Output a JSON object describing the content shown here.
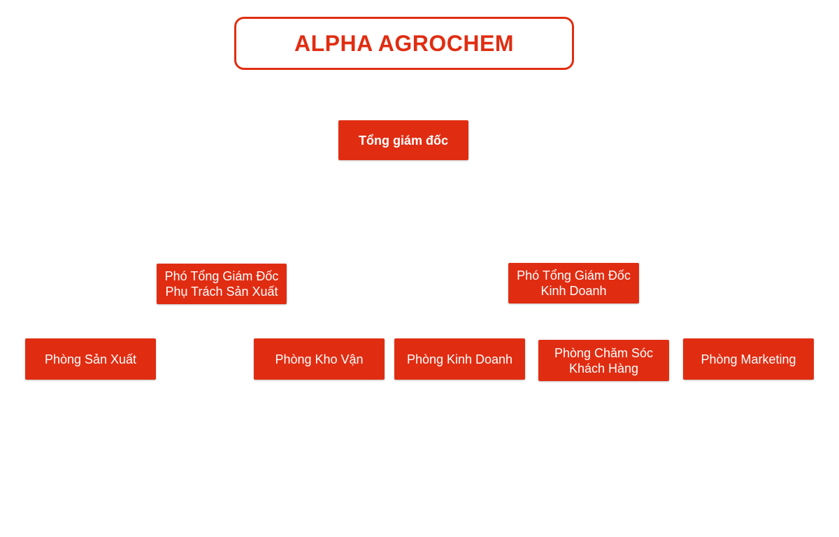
{
  "org_chart": {
    "company_title": "ALPHA AGROCHEM",
    "ceo": "Tổng giám đốc",
    "deputies": {
      "production": "Phó Tổng Giám Đốc\nPhụ Trách Sản Xuất",
      "sales": "Phó Tổng Giám Đốc\nKinh Doanh"
    },
    "departments": {
      "production": "Phòng Sản Xuất",
      "logistics": "Phòng Kho Vận",
      "sales": "Phòng Kinh Doanh",
      "customer_care": "Phòng Chăm Sóc\nKhách Hàng",
      "marketing": "Phòng Marketing"
    }
  },
  "colors": {
    "accent": "#e02d12",
    "node_text": "#ffffff",
    "background": "#ffffff"
  }
}
